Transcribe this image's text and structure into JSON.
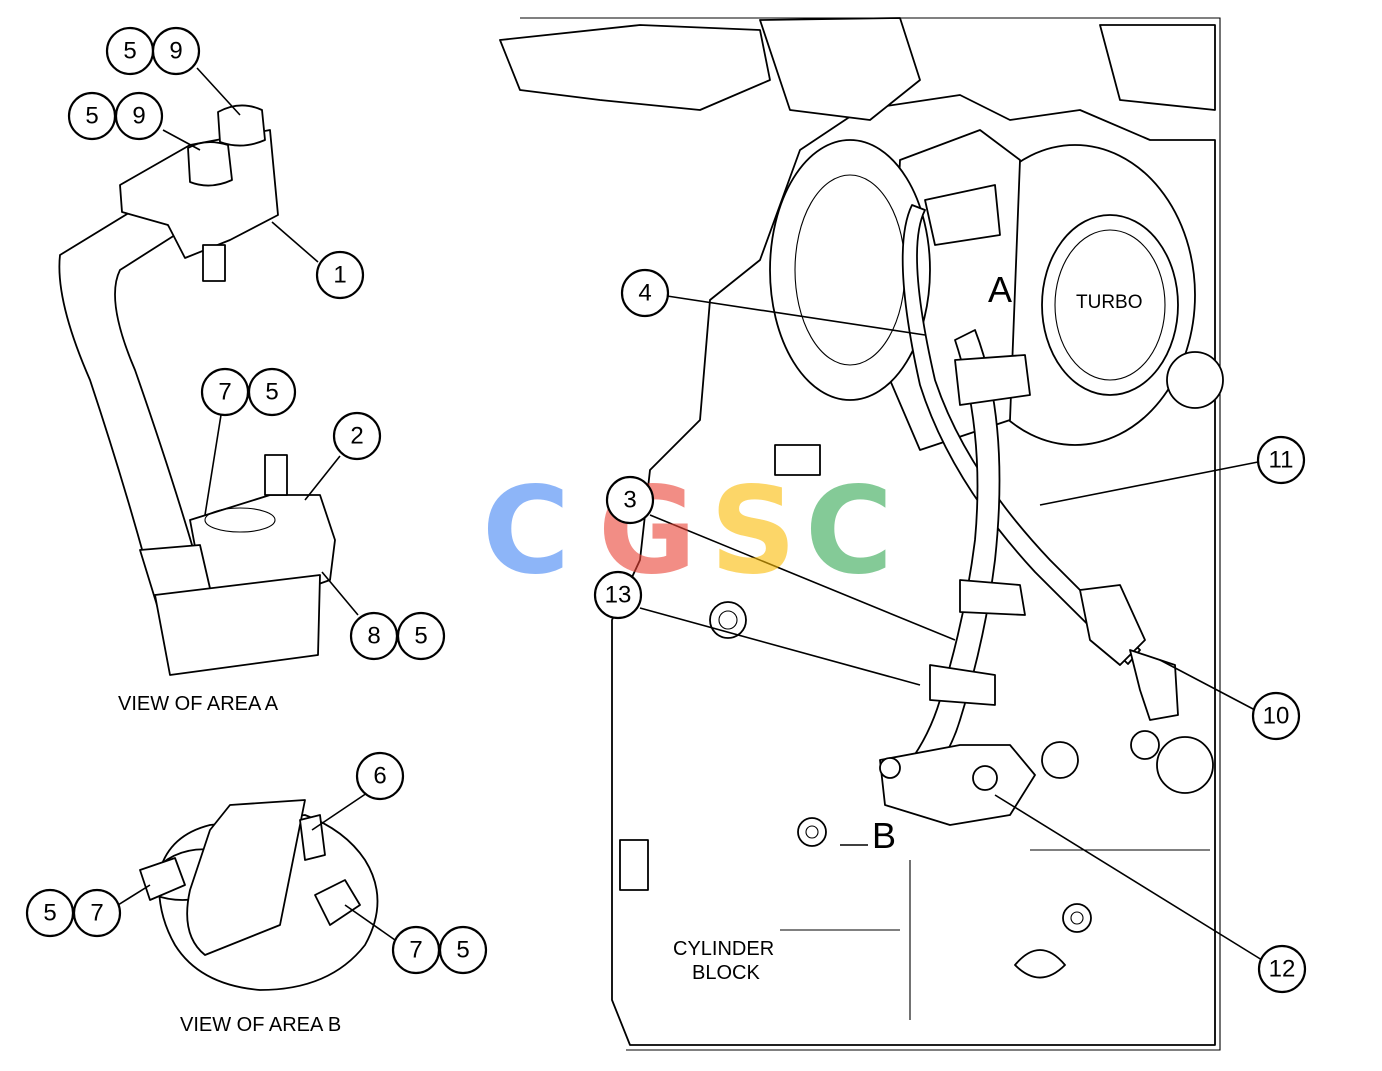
{
  "labels": {
    "view_a": "VIEW OF AREA  A",
    "view_b": "VIEW OF AREA  B",
    "turbo": "TURBO",
    "cylinder_block_line1": "CYLINDER",
    "cylinder_block_line2": "BLOCK",
    "area_a": "A",
    "area_b": "B"
  },
  "callouts": {
    "c1": "1",
    "c2": "2",
    "c3": "3",
    "c4": "4",
    "c5a": "5",
    "c9a": "9",
    "c5b": "5",
    "c9b": "9",
    "c7a": "7",
    "c5c": "5",
    "c8": "8",
    "c5d": "5",
    "c6": "6",
    "c5e": "5",
    "c7b": "7",
    "c7c": "7",
    "c5f": "5",
    "c10": "10",
    "c11": "11",
    "c12": "12",
    "c13": "13"
  },
  "watermark": {
    "letters": [
      "C",
      "G",
      "S",
      "C"
    ],
    "colors": [
      "#4285f4",
      "#ea4335",
      "#fbbc05",
      "#34a853"
    ]
  }
}
